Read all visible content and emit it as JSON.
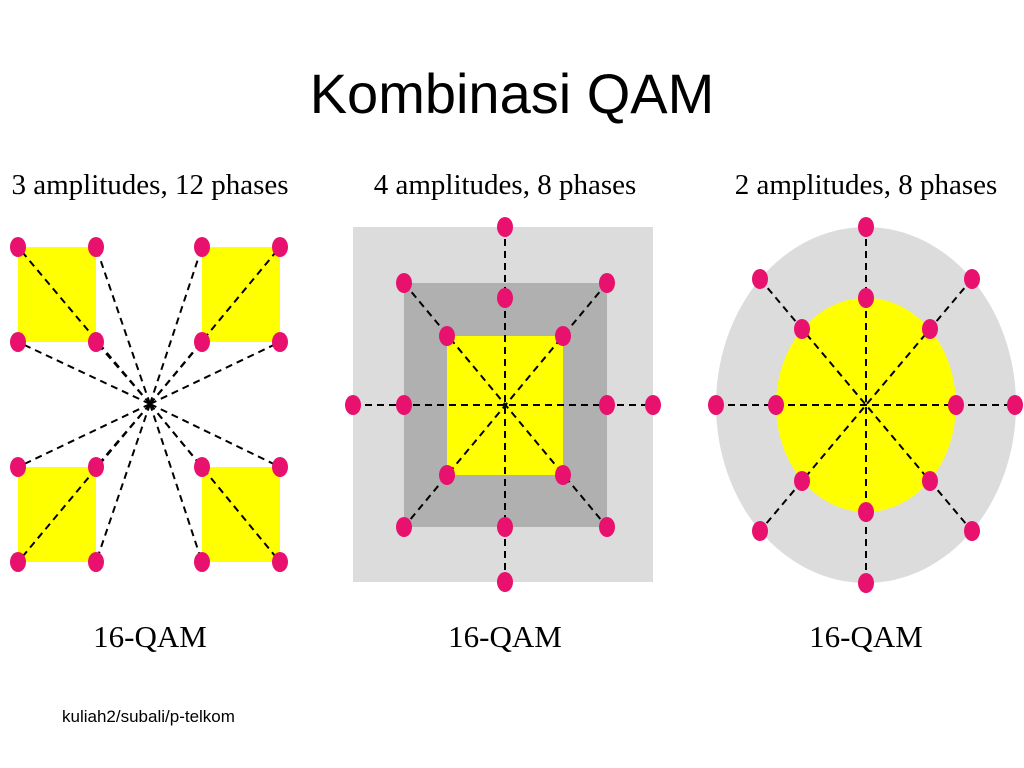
{
  "slide": {
    "title": "Kombinasi QAM",
    "footer": "kuliah2/subali/p-telkom"
  },
  "colors": {
    "point": "#e8116e",
    "inner_fill": "#ffff00",
    "ring_light": "#dcdcdc",
    "ring_dark": "#b0b0b0",
    "line": "#000000"
  },
  "diagrams": [
    {
      "heading": "3 amplitudes, 12 phases",
      "label": "16-QAM"
    },
    {
      "heading": "4 amplitudes, 8 phases",
      "label": "16-QAM"
    },
    {
      "heading": "2 amplitudes, 8 phases",
      "label": "16-QAM"
    }
  ]
}
